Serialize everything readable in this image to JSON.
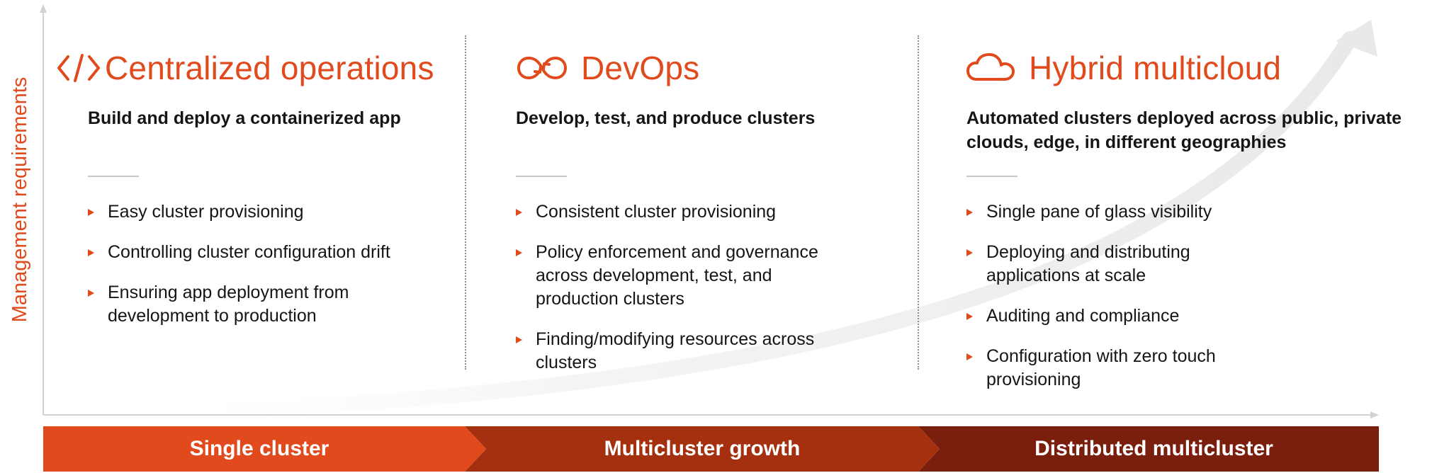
{
  "y_axis_label": "Management requirements",
  "columns": [
    {
      "icon": "code-brackets-icon",
      "title": "Centralized operations",
      "subtitle": "Build and deploy a containerized app",
      "bullets": [
        "Easy cluster provisioning",
        "Controlling cluster configuration drift",
        "Ensuring app deployment from development to production"
      ]
    },
    {
      "icon": "infinity-loop-icon",
      "title": "DevOps",
      "subtitle": "Develop, test, and produce clusters",
      "bullets": [
        "Consistent cluster provisioning",
        "Policy enforcement and governance across development, test, and production clusters",
        "Finding/modifying resources across clusters"
      ]
    },
    {
      "icon": "cloud-icon",
      "title": "Hybrid multicloud",
      "subtitle": "Automated clusters deployed across public, private clouds, edge, in different geographies",
      "bullets": [
        "Single pane of glass visibility",
        "Deploying and distributing applications at scale",
        "Auditing and compliance",
        "Configuration with  zero touch provisioning"
      ]
    }
  ],
  "stages": [
    {
      "label": "Single cluster",
      "color": "#e04a1c"
    },
    {
      "label": "Multicluster growth",
      "color": "#a5300f"
    },
    {
      "label": "Distributed multicluster",
      "color": "#7a1f0d"
    }
  ],
  "colors": {
    "accent": "#e04a1c",
    "axis": "#d2d2d2",
    "growth_arrow": "#efefef"
  }
}
